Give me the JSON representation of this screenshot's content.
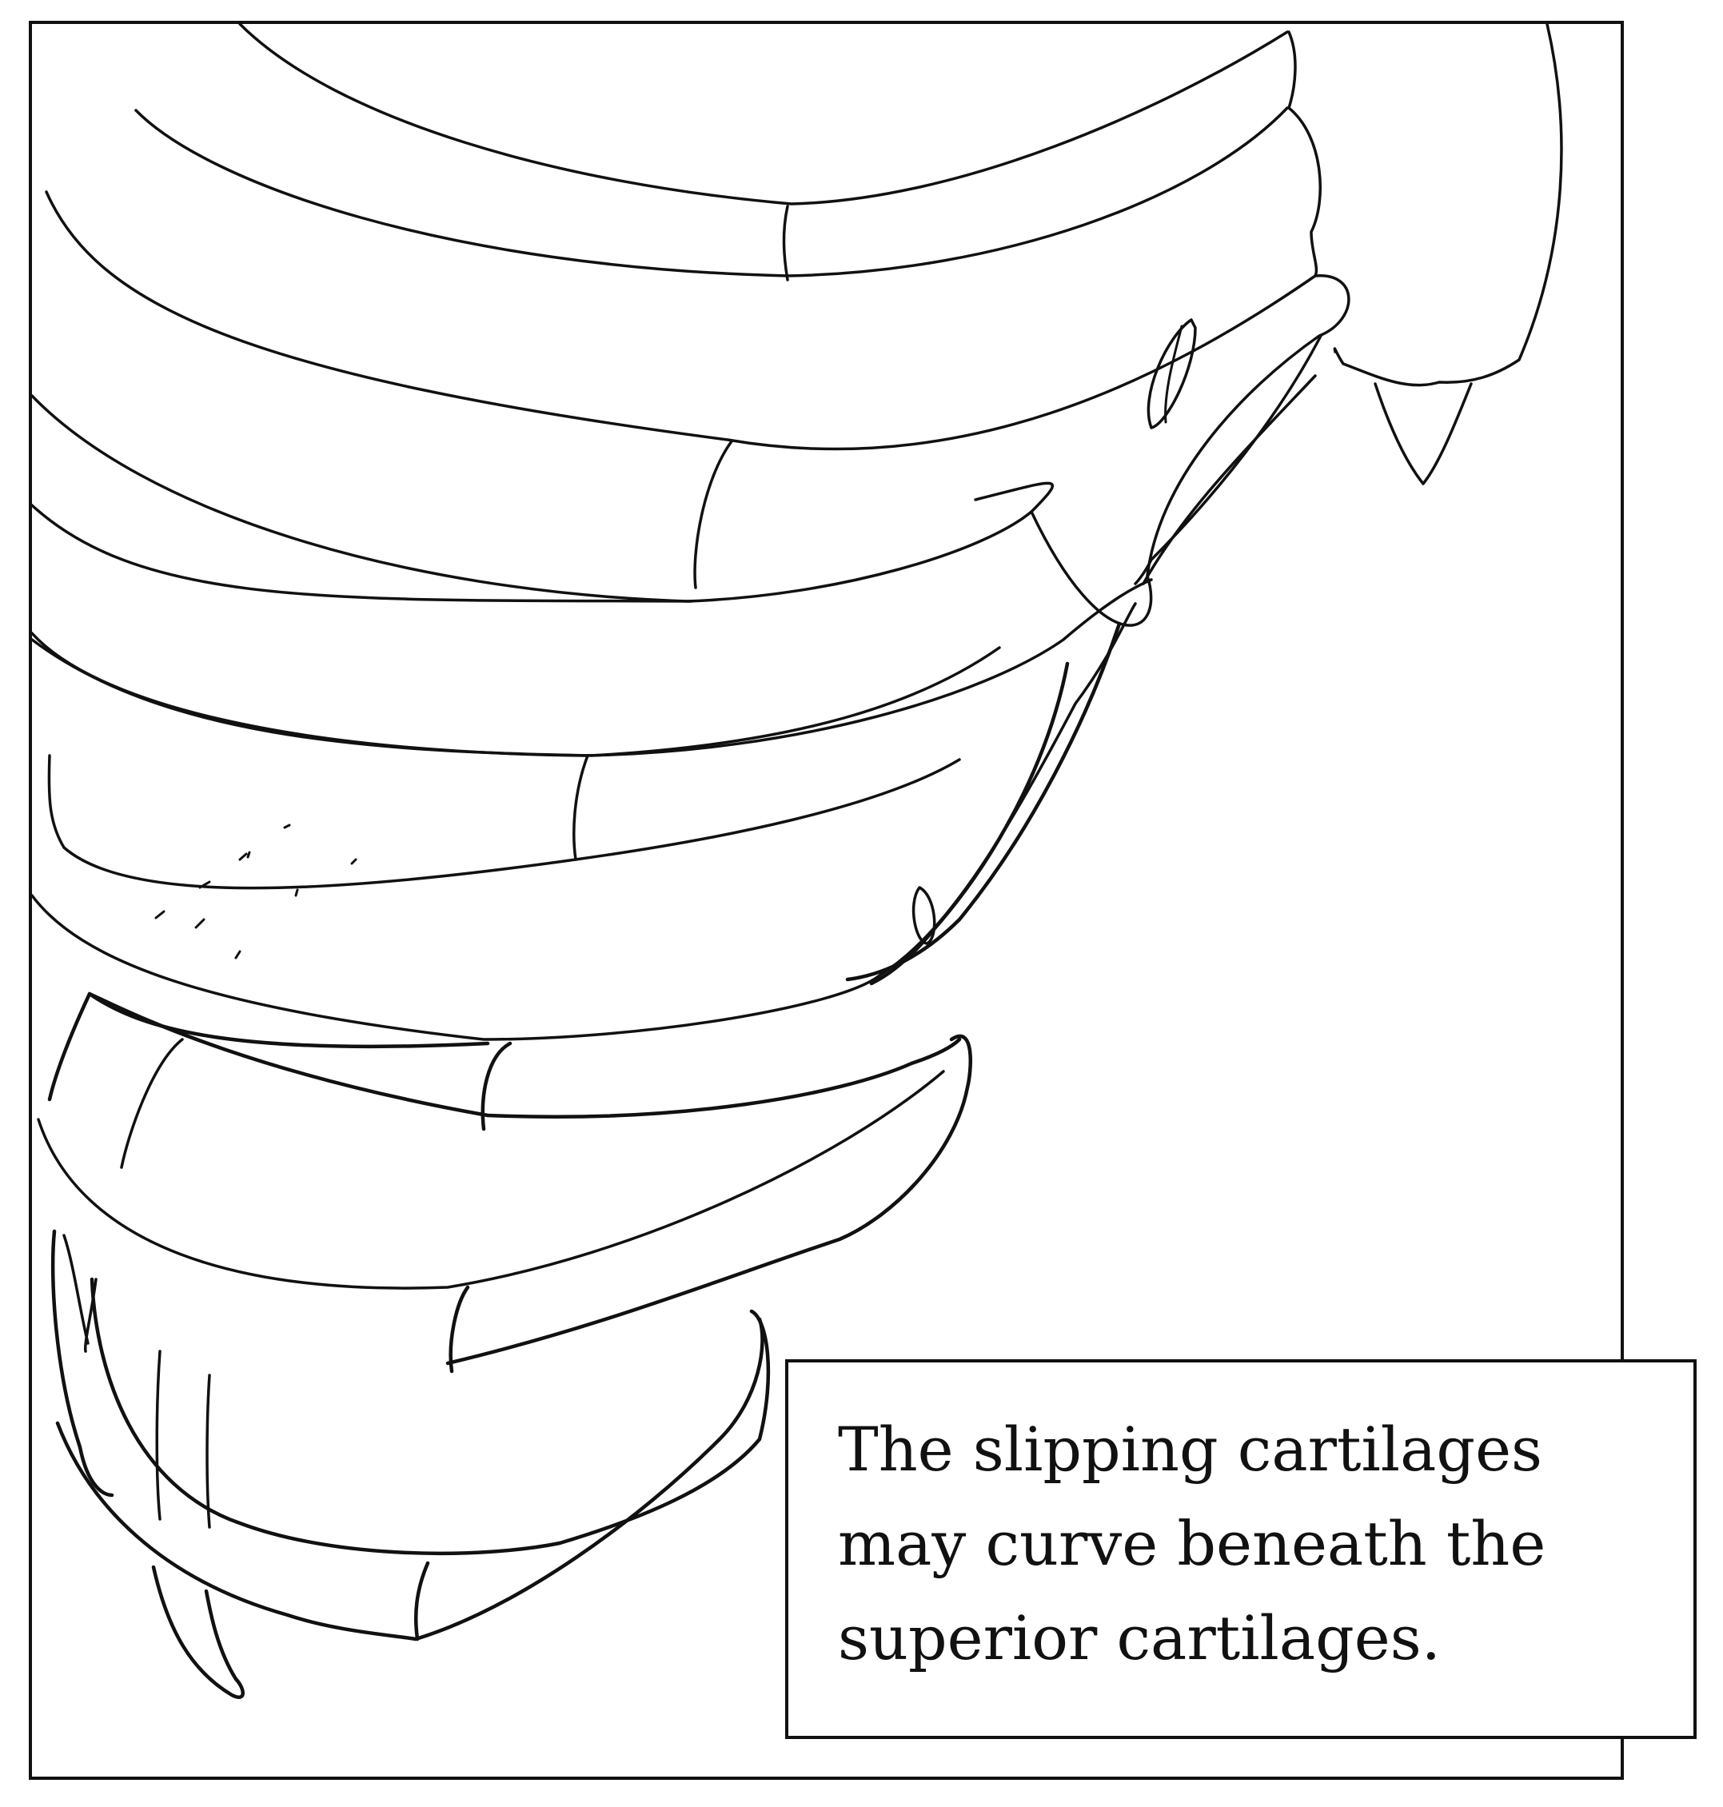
{
  "colors": {
    "ink": "#111111",
    "paper": "#ffffff"
  },
  "callout": {
    "lines": [
      "The slipping cartilages",
      "may curve beneath the",
      "superior cartilages."
    ]
  }
}
